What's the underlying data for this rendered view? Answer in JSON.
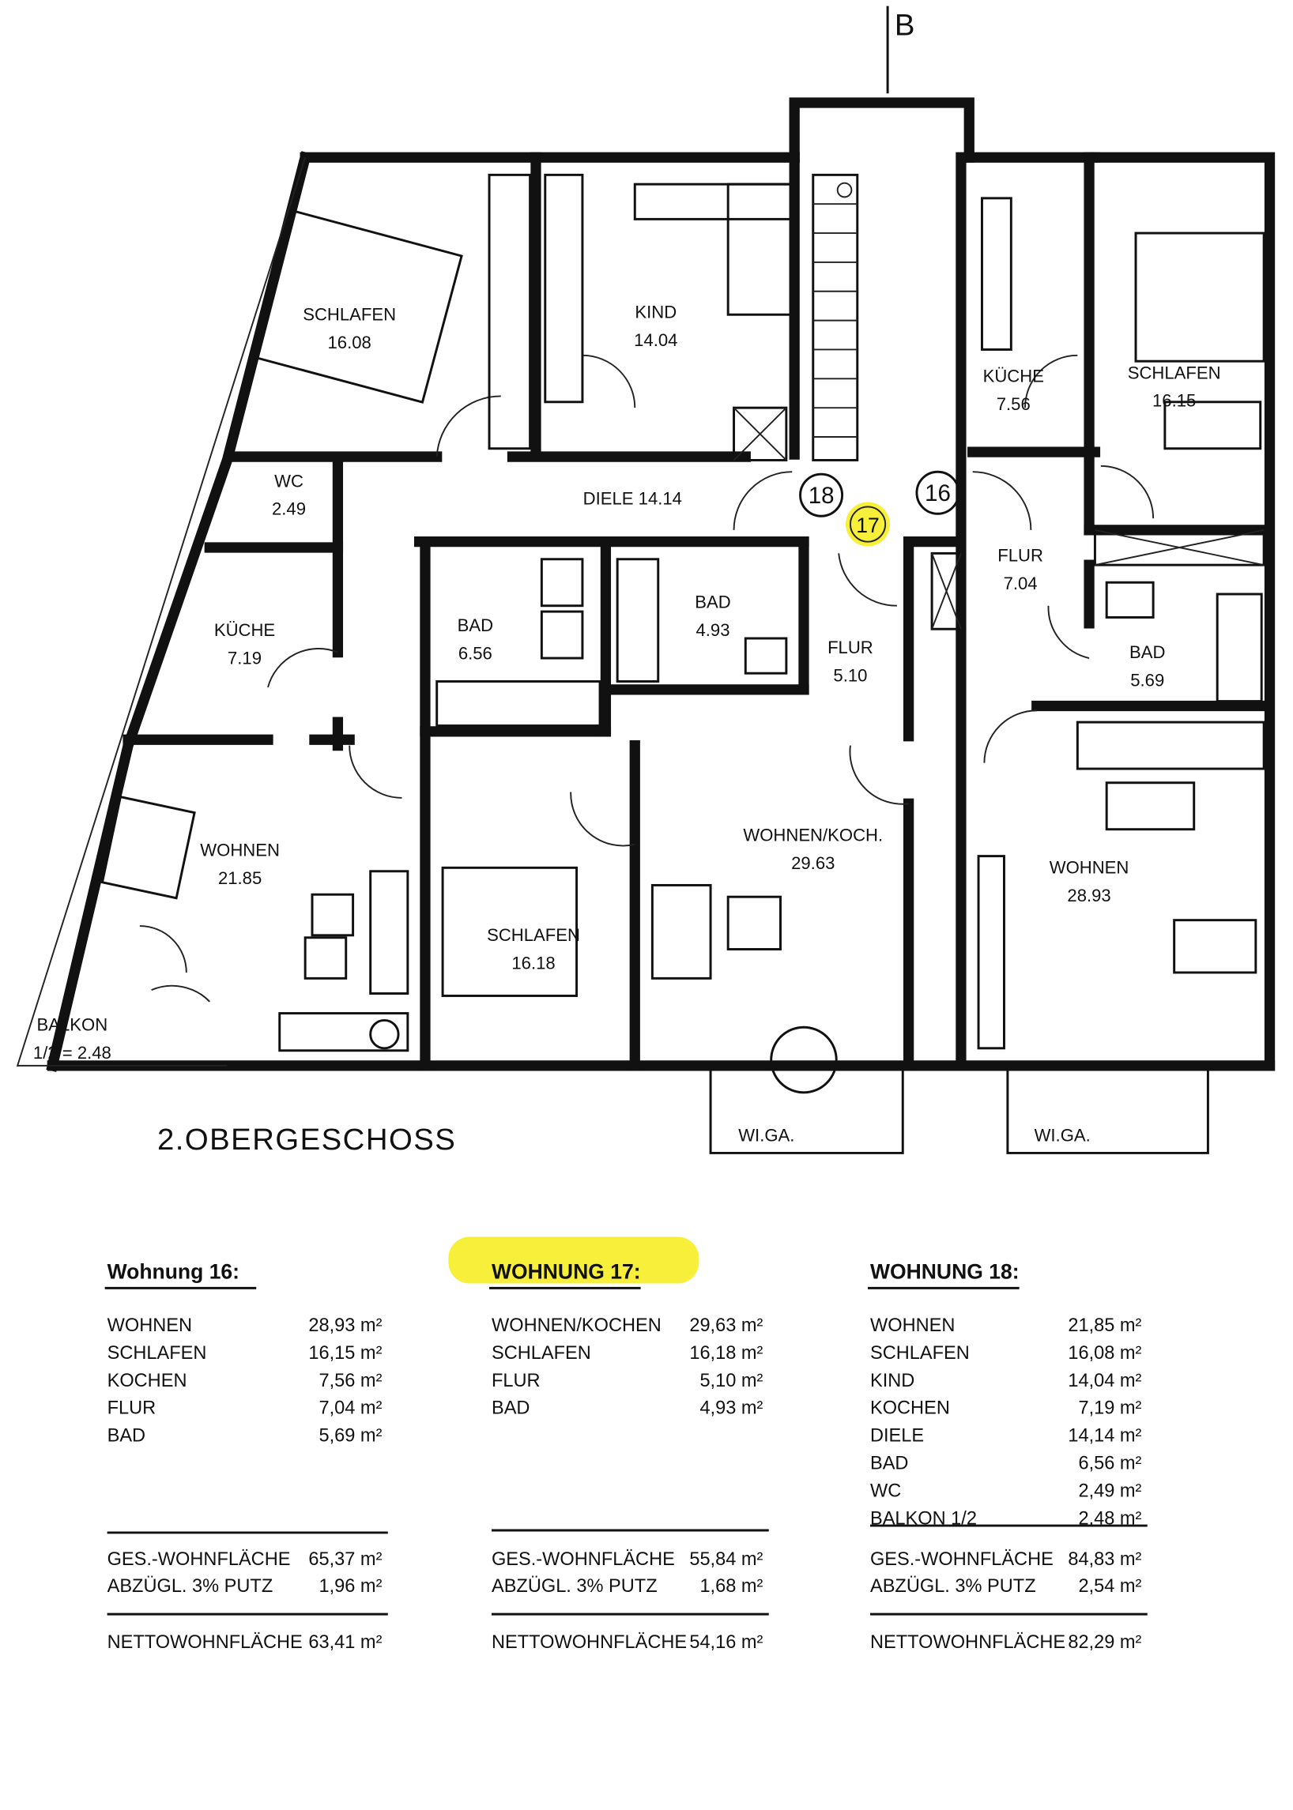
{
  "plan": {
    "section_marker": "B",
    "floor_title": "2.OBERGESCHOSS",
    "apartment_markers": [
      "18",
      "17",
      "16"
    ],
    "highlight_color": "#f7ef3a",
    "rooms": [
      {
        "id": "schlafen-18",
        "name": "SCHLAFEN",
        "area": "16.08"
      },
      {
        "id": "kind-18",
        "name": "KIND",
        "area": "14.04"
      },
      {
        "id": "diele-18",
        "name": "DIELE 14.14",
        "area": ""
      },
      {
        "id": "wc-18",
        "name": "WC",
        "area": "2.49"
      },
      {
        "id": "kueche-18",
        "name": "KÜCHE",
        "area": "7.19"
      },
      {
        "id": "bad-18",
        "name": "BAD",
        "area": "6.56"
      },
      {
        "id": "wohnen-18",
        "name": "WOHNEN",
        "area": "21.85"
      },
      {
        "id": "balkon-18",
        "name": "BALKON",
        "area": "1/2 = 2.48"
      },
      {
        "id": "bad-17",
        "name": "BAD",
        "area": "4.93"
      },
      {
        "id": "flur-17",
        "name": "FLUR",
        "area": "5.10"
      },
      {
        "id": "wohnkoch-17",
        "name": "WOHNEN/KOCH.",
        "area": "29.63"
      },
      {
        "id": "schlafen-17",
        "name": "SCHLAFEN",
        "area": "16.18"
      },
      {
        "id": "kueche-16",
        "name": "KÜCHE",
        "area": "7.56"
      },
      {
        "id": "schlafen-16",
        "name": "SCHLAFEN",
        "area": "16.15"
      },
      {
        "id": "flur-16",
        "name": "FLUR",
        "area": "7.04"
      },
      {
        "id": "bad-16",
        "name": "BAD",
        "area": "5.69"
      },
      {
        "id": "wohnen-16",
        "name": "WOHNEN",
        "area": "28.93"
      }
    ],
    "wintergarden_labels": [
      "WI.GA.",
      "WI.GA."
    ]
  },
  "apartments": [
    {
      "title": "Wohnung 16:",
      "highlighted": false,
      "rooms": [
        {
          "name": "WOHNEN",
          "area": "28,93 m²"
        },
        {
          "name": "SCHLAFEN",
          "area": "16,15 m²"
        },
        {
          "name": "KOCHEN",
          "area": "7,56 m²"
        },
        {
          "name": "FLUR",
          "area": "7,04 m²"
        },
        {
          "name": "BAD",
          "area": "5,69 m²"
        }
      ],
      "total_label": "GES.-WOHNFLÄCHE",
      "total": "65,37 m²",
      "deduction_label": "ABZÜGL. 3% PUTZ",
      "deduction": "1,96 m²",
      "net_label": "NETTOWOHNFLÄCHE",
      "net": "63,41 m²"
    },
    {
      "title": "WOHNUNG 17:",
      "highlighted": true,
      "rooms": [
        {
          "name": "WOHNEN/KOCHEN",
          "area": "29,63 m²"
        },
        {
          "name": "SCHLAFEN",
          "area": "16,18 m²"
        },
        {
          "name": "FLUR",
          "area": "5,10 m²"
        },
        {
          "name": "BAD",
          "area": "4,93 m²"
        }
      ],
      "total_label": "GES.-WOHNFLÄCHE",
      "total": "55,84 m²",
      "deduction_label": "ABZÜGL. 3% PUTZ",
      "deduction": "1,68 m²",
      "net_label": "NETTOWOHNFLÄCHE",
      "net": "54,16 m²"
    },
    {
      "title": "WOHNUNG 18:",
      "highlighted": false,
      "rooms": [
        {
          "name": "WOHNEN",
          "area": "21,85 m²"
        },
        {
          "name": "SCHLAFEN",
          "area": "16,08 m²"
        },
        {
          "name": "KIND",
          "area": "14,04 m²"
        },
        {
          "name": "KOCHEN",
          "area": "7,19 m²"
        },
        {
          "name": "DIELE",
          "area": "14,14 m²"
        },
        {
          "name": "BAD",
          "area": "6,56 m²"
        },
        {
          "name": "WC",
          "area": "2,49 m²"
        },
        {
          "name": "BALKON 1/2",
          "area": "2,48 m²"
        }
      ],
      "total_label": "GES.-WOHNFLÄCHE",
      "total": "84,83 m²",
      "deduction_label": "ABZÜGL. 3% PUTZ",
      "deduction": "2,54 m²",
      "net_label": "NETTOWOHNFLÄCHE",
      "net": "82,29 m²"
    }
  ]
}
